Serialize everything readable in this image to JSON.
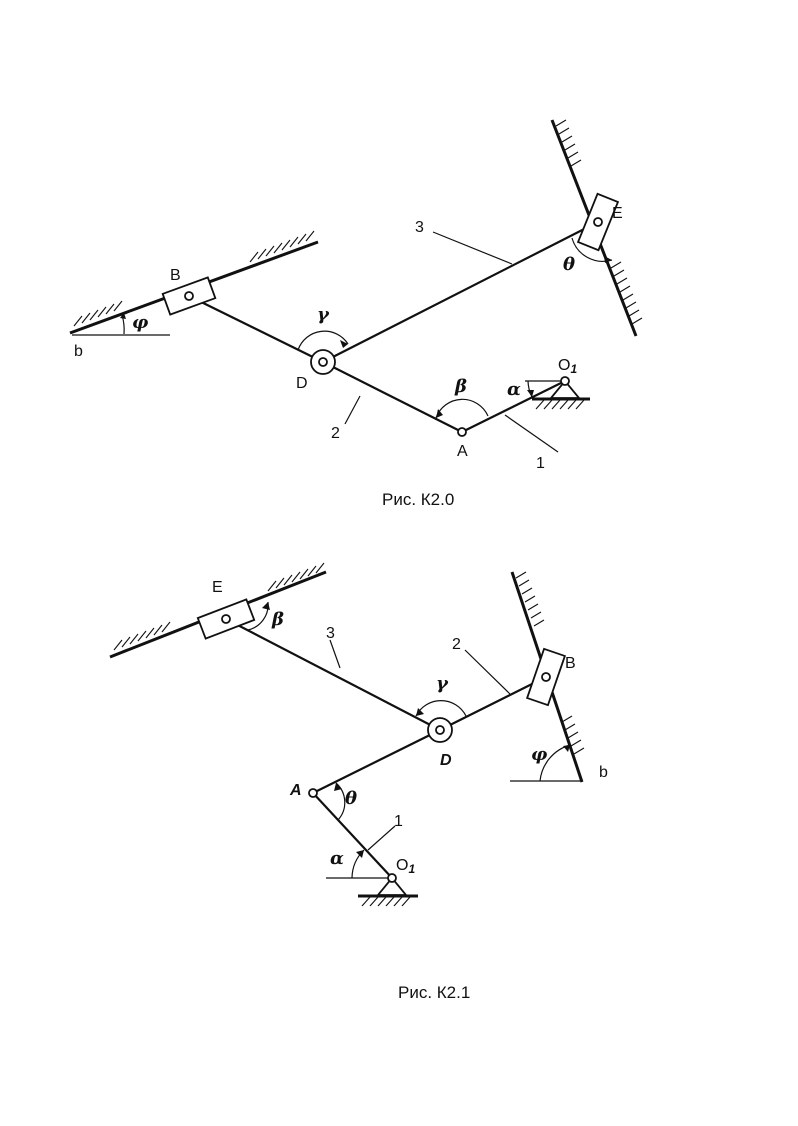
{
  "figures": [
    {
      "caption": "Рис. К2.0",
      "points": {
        "B": "B",
        "D": "D",
        "A": "A",
        "O1": "O",
        "O1_sub": "1",
        "E": "E",
        "b": "b"
      },
      "links": {
        "l1": "1",
        "l2": "2",
        "l3": "3"
      },
      "angles": {
        "phi": "φ",
        "gamma": "γ",
        "beta": "β",
        "alpha": "α",
        "theta": "θ"
      }
    },
    {
      "caption": "Рис. К2.1",
      "points": {
        "E": "E",
        "B": "B",
        "D": "D",
        "A": "A",
        "O1": "O",
        "O1_sub": "1",
        "b": "b"
      },
      "links": {
        "l1": "1",
        "l2": "2",
        "l3": "3"
      },
      "angles": {
        "beta": "β",
        "gamma": "γ",
        "phi": "φ",
        "theta": "θ",
        "alpha": "α"
      }
    }
  ]
}
